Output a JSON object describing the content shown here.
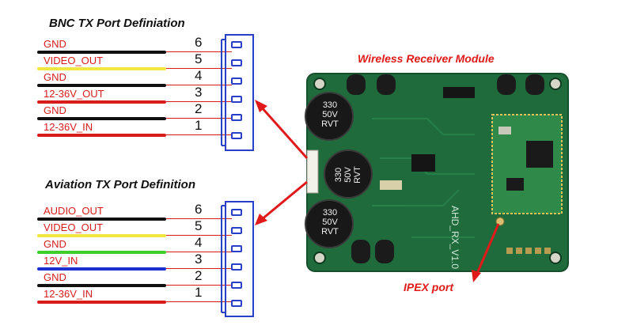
{
  "bnc": {
    "title": "BNC TX Port Definiation",
    "pins": [
      {
        "label": "GND",
        "num": "6",
        "color": "#101010"
      },
      {
        "label": "VIDEO_OUT",
        "num": "5",
        "color": "#f2e640"
      },
      {
        "label": "GND",
        "num": "4",
        "color": "#101010"
      },
      {
        "label": "12-36V_OUT",
        "num": "3",
        "color": "#d81c1c"
      },
      {
        "label": "GND",
        "num": "2",
        "color": "#101010"
      },
      {
        "label": "12-36V_IN",
        "num": "1",
        "color": "#d81c1c"
      }
    ]
  },
  "aviation": {
    "title": "Aviation TX Port Definition",
    "pins": [
      {
        "label": "AUDIO_OUT",
        "num": "6",
        "color": "#101010"
      },
      {
        "label": "VIDEO_OUT",
        "num": "5",
        "color": "#f2e640"
      },
      {
        "label": "GND",
        "num": "4",
        "color": "#3ccf2a"
      },
      {
        "label": "12V_IN",
        "num": "3",
        "color": "#1d2fd0"
      },
      {
        "label": "GND",
        "num": "2",
        "color": "#101010"
      },
      {
        "label": "12-36V_IN",
        "num": "1",
        "color": "#d81c1c"
      }
    ]
  },
  "module_label": "Wireless Receiver Module",
  "ipex_label": "IPEX port",
  "board": {
    "caps": [
      {
        "line1": "330",
        "line2": "50V",
        "line3": "RVT"
      },
      {
        "line1": "330",
        "line2": "50V",
        "line3": "RVT"
      },
      {
        "line1": "330",
        "line2": "50V",
        "line3": "RVT"
      }
    ],
    "silk": "AHD_RX_V1.0"
  },
  "colors": {
    "accent_red": "#e01a1a",
    "connector_blue": "#2a3fc8",
    "pcb_green": "#1f6b3c"
  }
}
